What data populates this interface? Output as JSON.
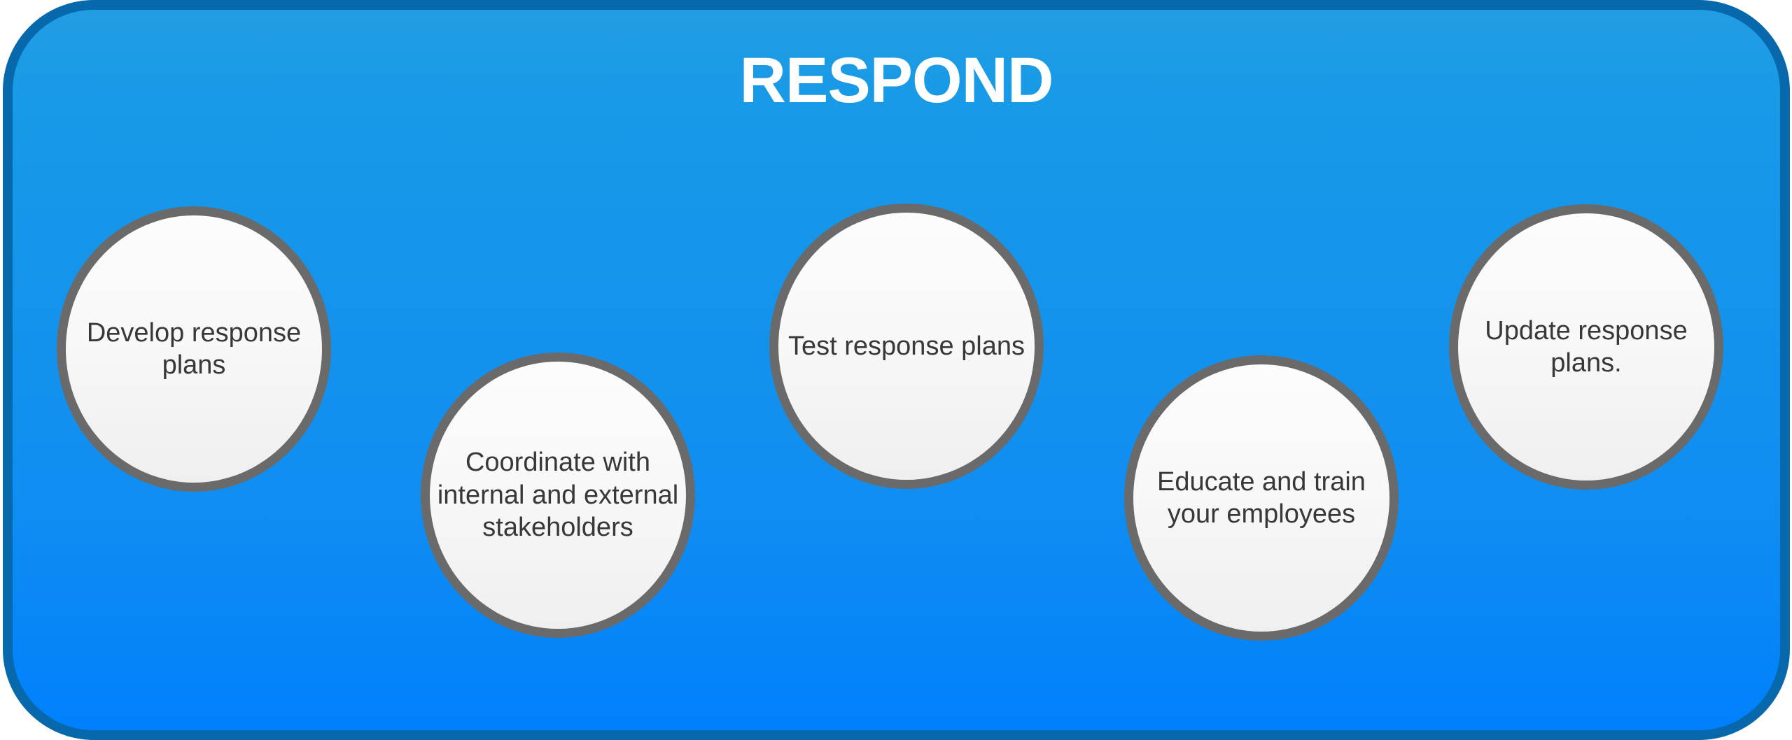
{
  "title": "RESPOND",
  "steps": [
    {
      "label": "Develop response plans"
    },
    {
      "label": "Coordinate with internal and external stakeholders"
    },
    {
      "label": "Test response plans"
    },
    {
      "label": "Educate and train your employees"
    },
    {
      "label": "Update response plans."
    }
  ],
  "colors": {
    "panel_border": "#0769ab",
    "panel_gradient_top": "#229de4",
    "panel_gradient_bottom": "#0080fc",
    "circle_ring": "#6a6a6a",
    "circle_fill_top": "#fcfcfc",
    "circle_fill_bottom": "#efefef",
    "title_text": "#ffffff",
    "step_text": "#383838",
    "page_background": "#ffffff"
  }
}
